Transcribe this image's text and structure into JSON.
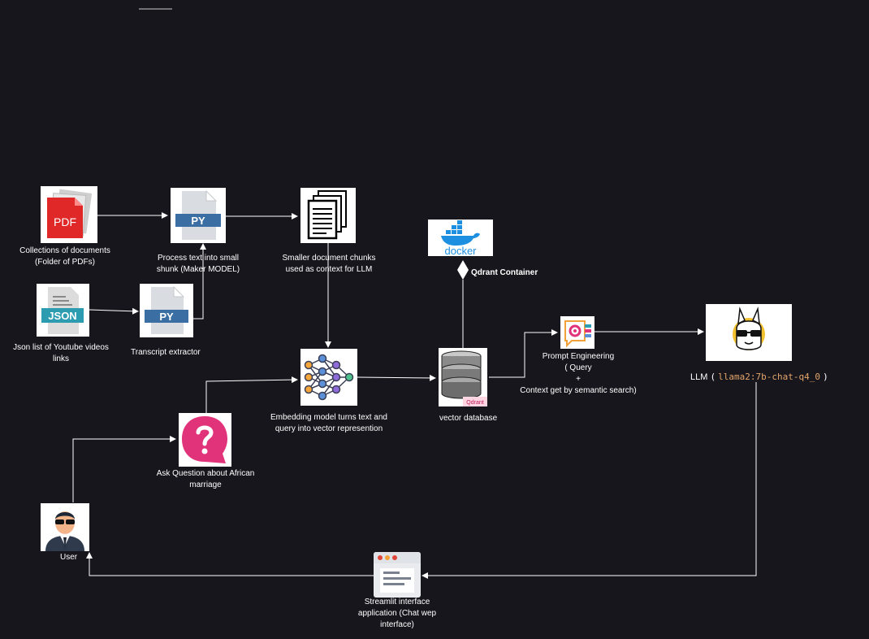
{
  "nodes": {
    "pdfs": {
      "label_1": "Collections of documents",
      "label_2": "(Folder of PDFs)",
      "icon_text": "PDF"
    },
    "maker": {
      "label_1": "Process text into small",
      "label_2": "shunk (Maker MODEL)",
      "icon_text": "PY"
    },
    "chunks": {
      "label_1": "Smaller document chunks",
      "label_2": "used as context for LLM"
    },
    "docker": {
      "icon_text": "docker",
      "label": "Qdrant Container"
    },
    "json": {
      "label_1": "Json list of Youtube videos",
      "label_2": "links",
      "icon_text": "JSON"
    },
    "transcript": {
      "label": "Transcript extractor",
      "icon_text": "PY"
    },
    "embedding": {
      "label_1": "Embedding model turns text and",
      "label_2": "query into vector represention"
    },
    "vector_db": {
      "label": "vector database",
      "icon_text": "Qdrant"
    },
    "prompt": {
      "label_1": "Prompt Engineering",
      "label_2": "( Query",
      "label_3": "+",
      "label_4": "Context get by semantic search)"
    },
    "llm": {
      "prefix": "LLM",
      "open": "(",
      "model": "llama2:7b-chat-q4_0",
      "close": ")"
    },
    "question": {
      "label_1": "Ask  Question about African",
      "label_2": "marriage"
    },
    "user": {
      "label": "User"
    },
    "streamlit": {
      "label_1": "Streamlit interface",
      "label_2": "application (Chat wep",
      "label_3": "interface)"
    }
  },
  "colors": {
    "background": "#18161d",
    "edge": "#ffffff",
    "pdf_red": "#e02828",
    "py_blue": "#3b6fa3",
    "json_teal": "#2d9cb0",
    "docker_blue": "#1d8fe0",
    "question_pink": "#e0337a",
    "llama_yellow": "#f2c12e",
    "model_orange": "#e3a56b"
  }
}
